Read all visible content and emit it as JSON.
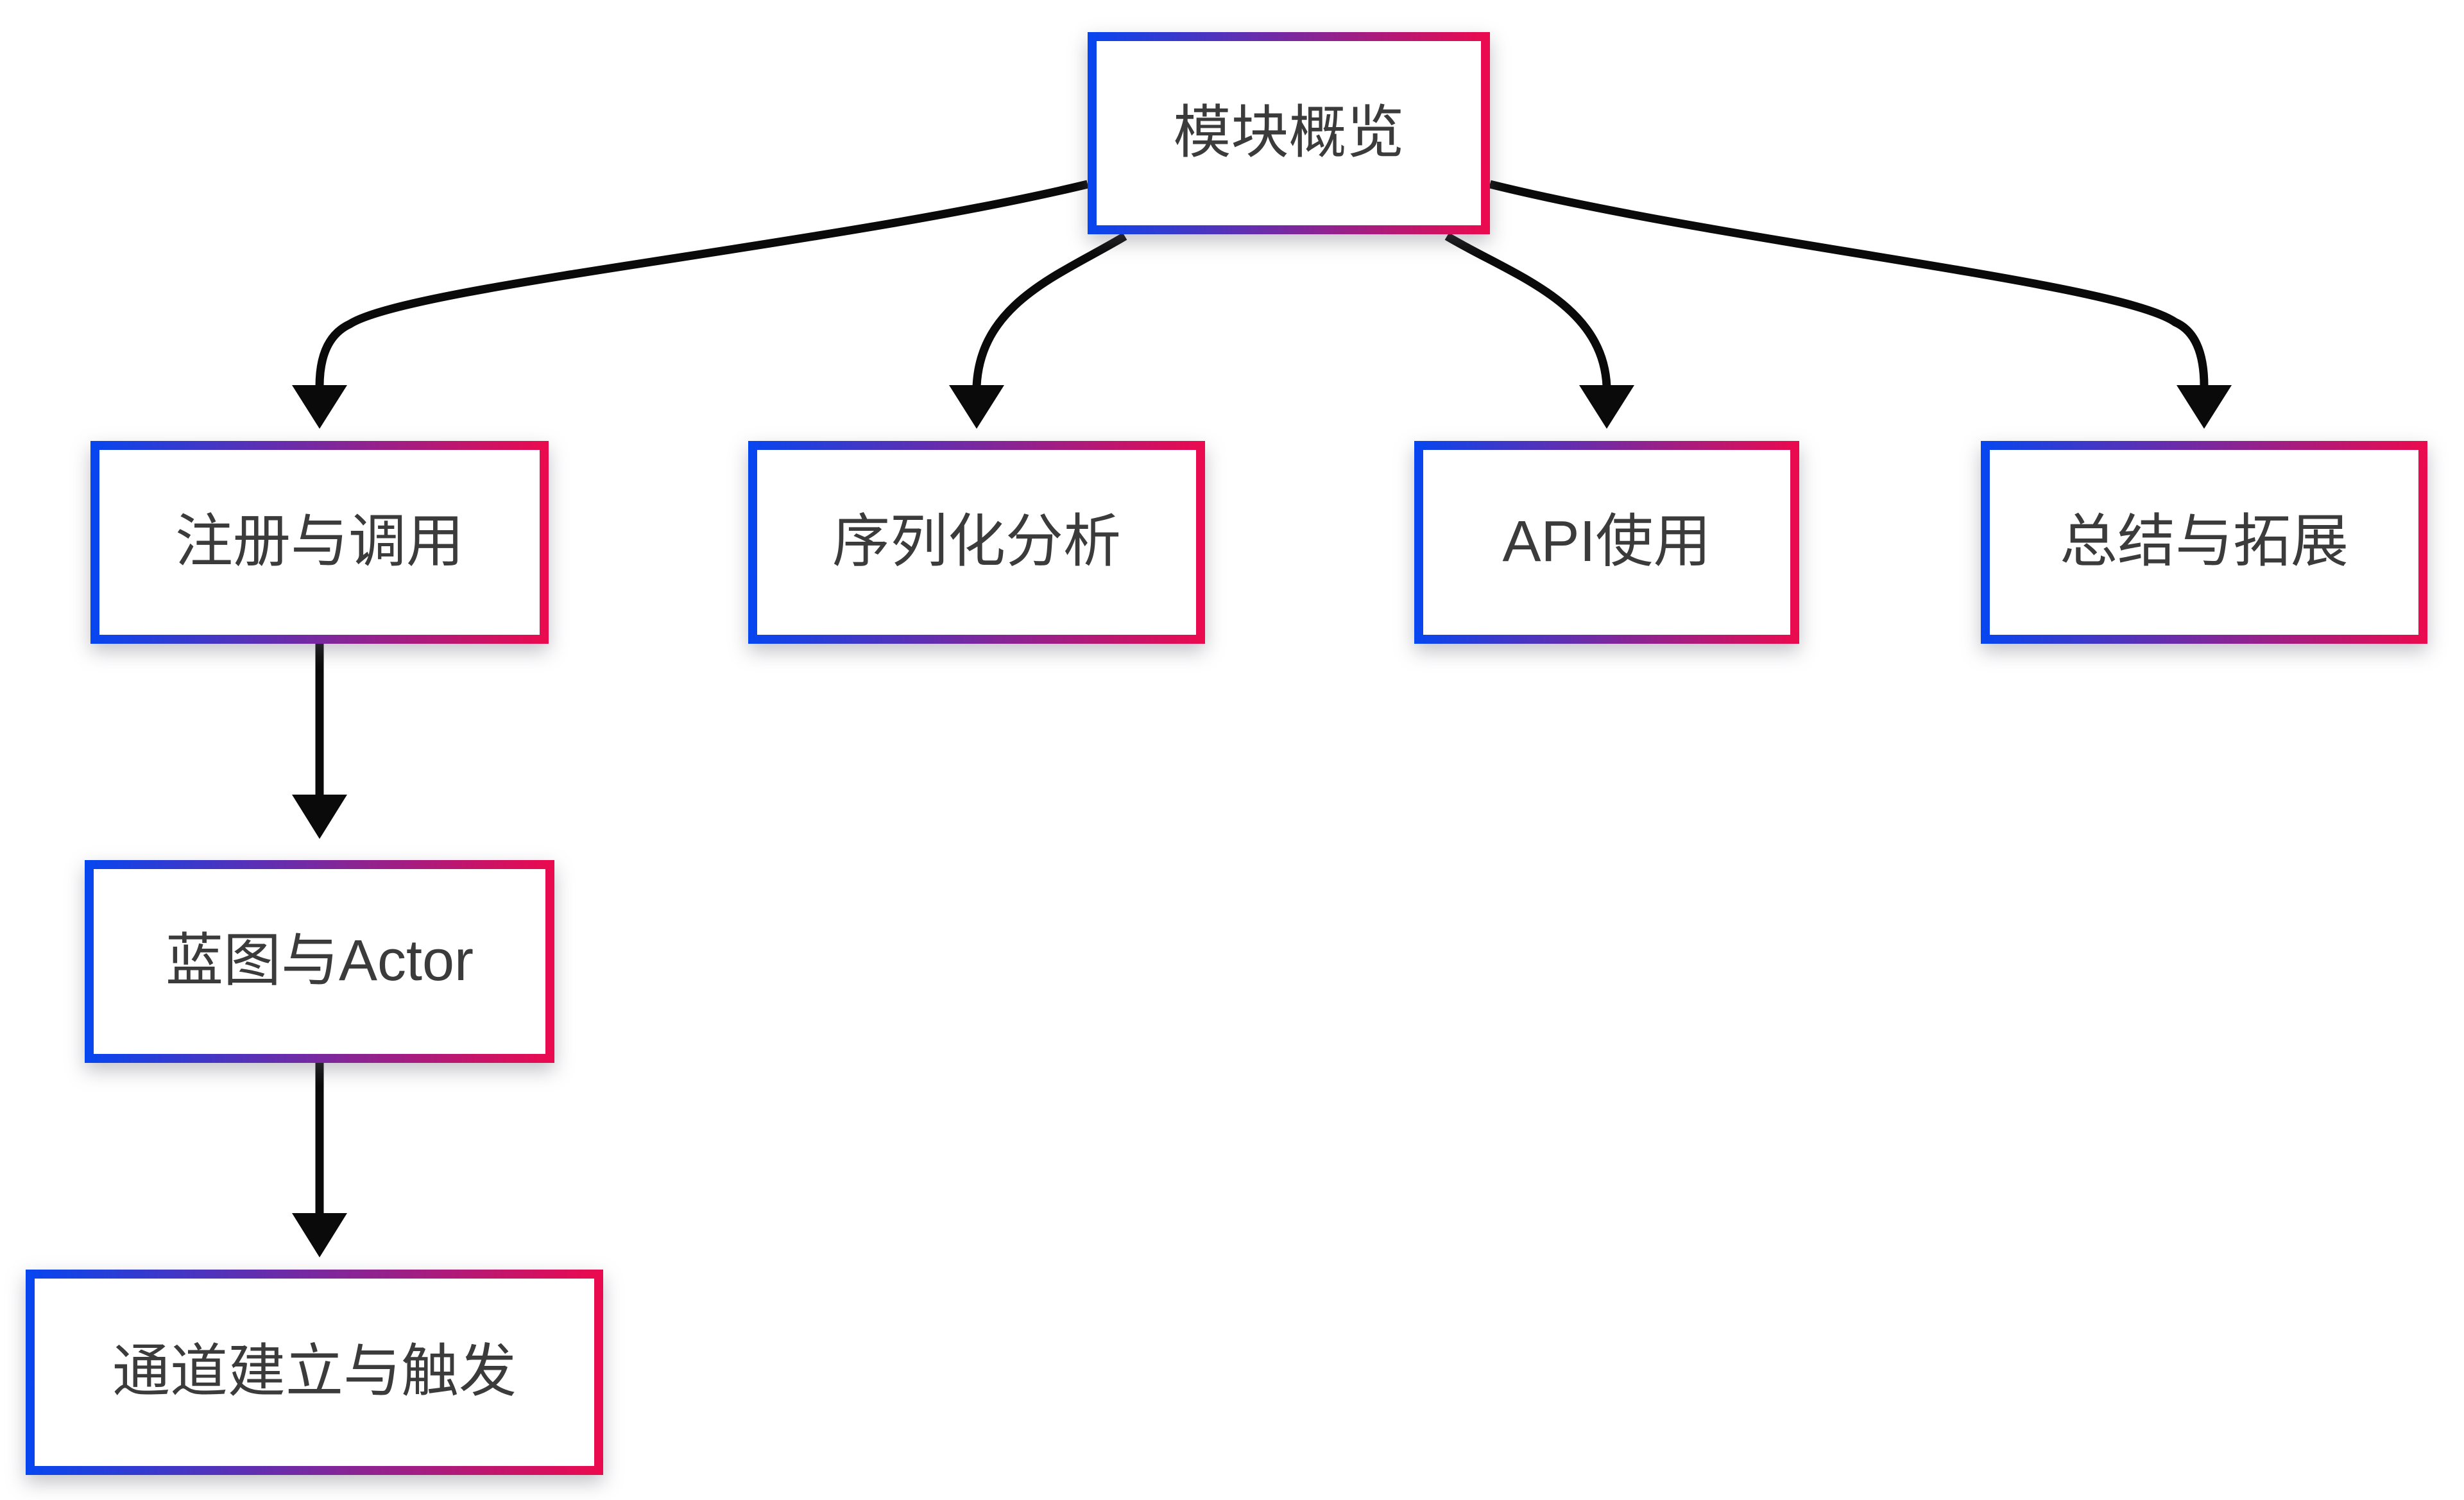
{
  "diagram": {
    "type": "mindmap-flowchart",
    "background_color": "#ffffff",
    "node_border_gradient": {
      "from": "#0646f0",
      "to": "#ec0a4e"
    },
    "node_fill": "#ffffff",
    "node_text_color": "#3b3b3b",
    "edge_color": "#0a0a0a",
    "nodes": [
      {
        "id": "overview",
        "label": "模块概览"
      },
      {
        "id": "registration",
        "label": "注册与调用"
      },
      {
        "id": "serialization",
        "label": "序列化分析"
      },
      {
        "id": "api-usage",
        "label": "API使用"
      },
      {
        "id": "summary",
        "label": "总结与拓展"
      },
      {
        "id": "blueprint-actor",
        "label": "蓝图与Actor"
      },
      {
        "id": "channel-trigger",
        "label": "通道建立与触发"
      }
    ],
    "edges": [
      {
        "from": "overview",
        "to": "registration"
      },
      {
        "from": "overview",
        "to": "serialization"
      },
      {
        "from": "overview",
        "to": "api-usage"
      },
      {
        "from": "overview",
        "to": "summary"
      },
      {
        "from": "registration",
        "to": "blueprint-actor"
      },
      {
        "from": "blueprint-actor",
        "to": "channel-trigger"
      }
    ]
  }
}
